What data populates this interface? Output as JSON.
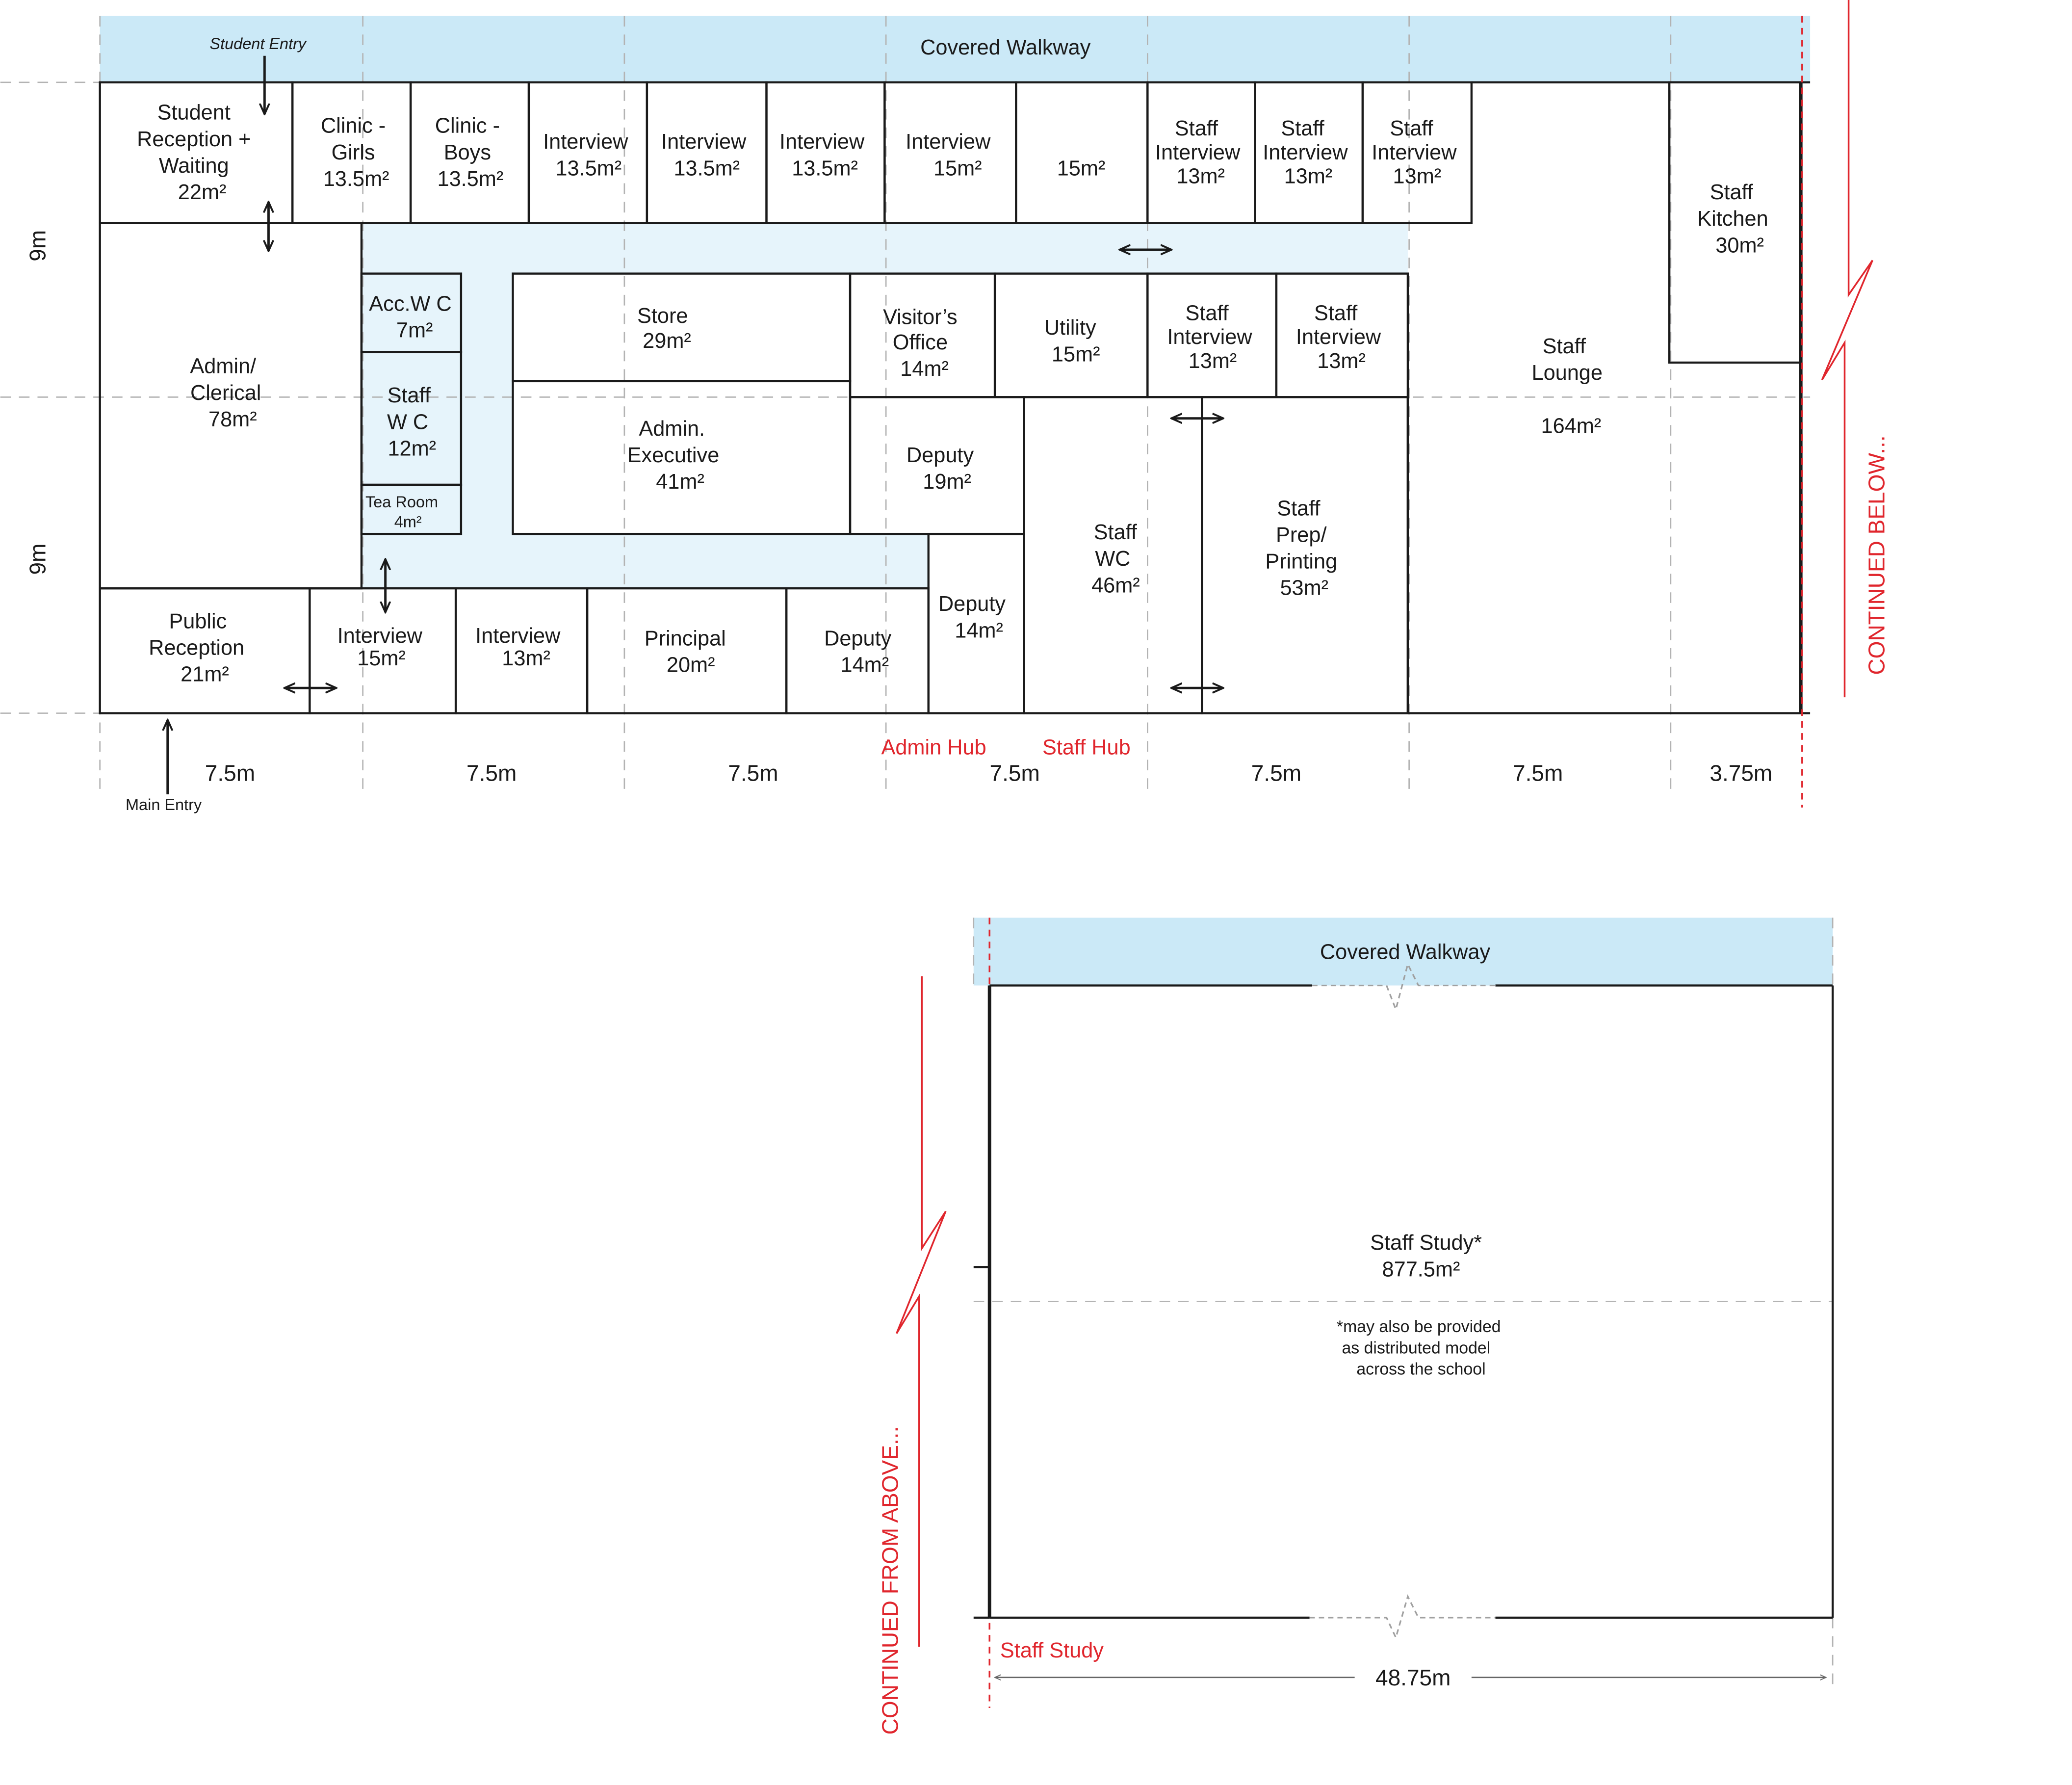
{
  "labels": {
    "covered_walkway": "Covered Walkway",
    "student_entry": "Student Entry",
    "main_entry": "Main Entry",
    "admin_hub": "Admin Hub",
    "staff_hub": "Staff Hub",
    "staff_study_zone": "Staff Study",
    "continued_below": "CONTINUED BELOW...",
    "continued_from_above": "CONTINUED FROM ABOVE...",
    "study_note_1": "*may also be provided",
    "study_note_2": "as distributed model",
    "study_note_3": "across the school"
  },
  "dimensions": {
    "vertical_1": "9m",
    "vertical_2": "9m",
    "bays": [
      "7.5m",
      "7.5m",
      "7.5m",
      "7.5m",
      "7.5m",
      "7.5m",
      "3.75m"
    ],
    "study_width": "48.75m"
  },
  "rooms": {
    "student_reception": [
      "Student",
      "Reception +",
      "Waiting",
      "22m²"
    ],
    "clinic_girls": [
      "Clinic -",
      "Girls",
      "13.5m²"
    ],
    "clinic_boys": [
      "Clinic -",
      "Boys",
      "13.5m²"
    ],
    "interview_1": [
      "Interview",
      "13.5m²"
    ],
    "interview_2": [
      "Interview",
      "13.5m²"
    ],
    "interview_3": [
      "Interview",
      "13.5m²"
    ],
    "interview_4": [
      "Interview",
      "15m²"
    ],
    "room_15": [
      "15m²"
    ],
    "staff_interview_1": [
      "Staff",
      "Interview",
      "13m²"
    ],
    "staff_interview_2": [
      "Staff",
      "Interview",
      "13m²"
    ],
    "staff_interview_3": [
      "Staff",
      "Interview",
      "13m²"
    ],
    "staff_kitchen": [
      "Staff",
      "Kitchen",
      "30m²"
    ],
    "admin_clerical": [
      "Admin/",
      "Clerical",
      "78m²"
    ],
    "acc_wc": [
      "Acc.W C",
      "7m²"
    ],
    "staff_wc_small": [
      "Staff",
      "W C",
      "12m²"
    ],
    "tea_room": [
      "Tea Room",
      "4m²"
    ],
    "store": [
      "Store",
      "29m²"
    ],
    "visitors_office": [
      "Visitor’s",
      "Office",
      "14m²"
    ],
    "utility": [
      "Utility",
      "15m²"
    ],
    "staff_interview_4": [
      "Staff",
      "Interview",
      "13m²"
    ],
    "staff_interview_5": [
      "Staff",
      "Interview",
      "13m²"
    ],
    "staff_lounge": [
      "Staff",
      "Lounge"
    ],
    "staff_lounge_area": [
      "164m²"
    ],
    "admin_executive": [
      "Admin.",
      "Executive",
      "41m²"
    ],
    "deputy_19": [
      "Deputy",
      "19m²"
    ],
    "staff_wc_large": [
      "Staff",
      "WC",
      "46m²"
    ],
    "staff_prep": [
      "Staff",
      "Prep/",
      "Printing",
      "53m²"
    ],
    "deputy_14a": [
      "Deputy",
      "14m²"
    ],
    "public_reception": [
      "Public",
      "Reception",
      "21m²"
    ],
    "interview_5": [
      "Interview",
      "15m²"
    ],
    "interview_6": [
      "Interview",
      "13m²"
    ],
    "principal": [
      "Principal",
      "20m²"
    ],
    "deputy_14b": [
      "Deputy",
      "14m²"
    ],
    "staff_study": [
      "Staff Study*",
      "877.5m²"
    ]
  },
  "colors": {
    "walkway": "#cbe9f7",
    "red": "#e0262d",
    "line": "#1a1a1a",
    "guide": "#b3b3b3"
  }
}
